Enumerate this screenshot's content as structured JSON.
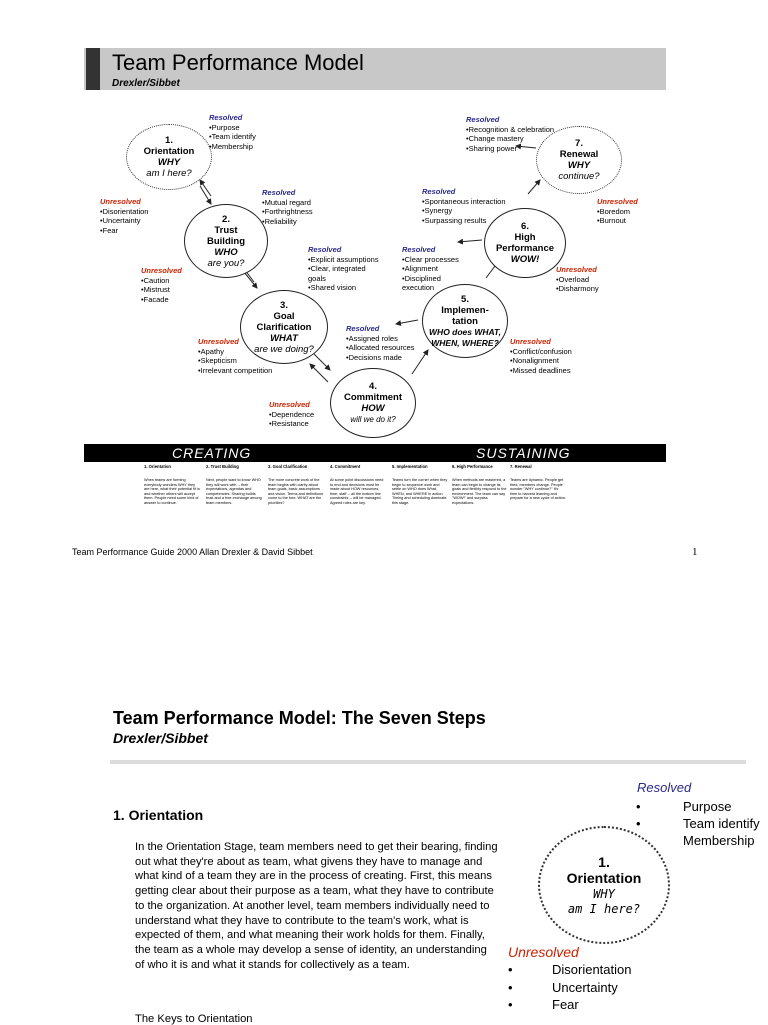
{
  "slide": {
    "title": "Team Performance Model",
    "subtitle": "Drexler/Sibbet",
    "stages": [
      {
        "num": "1.",
        "name": [
          "Orientation"
        ],
        "q1": "WHY",
        "q2": "am I here?"
      },
      {
        "num": "2.",
        "name": [
          "Trust",
          "Building"
        ],
        "q1": "WHO",
        "q2": "are you?"
      },
      {
        "num": "3.",
        "name": [
          "Goal",
          "Clarification"
        ],
        "q1": "WHAT",
        "q2": "are we doing?"
      },
      {
        "num": "4.",
        "name": [
          "Commitment"
        ],
        "q1": "HOW",
        "q2": "will we do it?"
      },
      {
        "num": "5.",
        "name": [
          "Implemen-",
          "tation"
        ],
        "q1": "WHO does WHAT,",
        "q2": "WHEN, WHERE?"
      },
      {
        "num": "6.",
        "name": [
          "High",
          "Performance"
        ],
        "q1": "WOW!",
        "q2": ""
      },
      {
        "num": "7.",
        "name": [
          "Renewal"
        ],
        "q1": "WHY",
        "q2": "continue?"
      }
    ],
    "resolved_label": "Resolved",
    "unresolved_label": "Unresolved",
    "resolved": [
      [
        "•Purpose",
        "•Team identify",
        "•Membership"
      ],
      [
        "•Mutual regard",
        "•Forthrightness",
        "•Reliability"
      ],
      [
        "•Explicit assumptions",
        "•Clear, integrated",
        "  goals",
        "•Shared vision"
      ],
      [
        "•Assigned roles",
        "•Allocated resources",
        "•Decisions made"
      ],
      [
        "•Clear processes",
        "•Alignment",
        "•Disciplined",
        "  execution"
      ],
      [
        "•Spontaneous interaction",
        "•Synergy",
        "•Surpassing results"
      ],
      [
        "•Recognition & celebration",
        "•Change mastery",
        "•Sharing power"
      ]
    ],
    "unresolved": [
      [
        "•Disorientation",
        "•Uncertainty",
        "•Fear"
      ],
      [
        "•Caution",
        "•Mistrust",
        "•Facade"
      ],
      [
        "•Apathy",
        "•Skepticism",
        "•Irrelevant competition"
      ],
      [
        "•Dependence",
        "•Resistance"
      ],
      [
        "•Conflict/confusion",
        "•Nonalignment",
        "•Missed deadlines"
      ],
      [
        "•Overload",
        "•Disharmony"
      ],
      [
        "•Boredom",
        "•Burnout"
      ]
    ],
    "bar_left": "CREATING",
    "bar_right": "SUSTAINING",
    "columns": [
      {
        "head": "1. Orientation",
        "text": "When teams are forming everybody wonders WHY they are here, what their potential fit is and whether others will accept them. People need some kind of answer to continue."
      },
      {
        "head": "2. Trust Building",
        "text": "Next, people want to know WHO they will work with -- their expectations, agendas and competencies. Sharing builds trust and a free exchange among team members."
      },
      {
        "head": "3. Goal Clarification",
        "text": "The more concrete work of the team begins with clarity about team goals, basic assumptions and vision. Terms and definitions come to the fore. WHAT are the priorities?"
      },
      {
        "head": "4. Commitment",
        "text": "At some point discussions need to end and decisions must be made about HOW resources, time, staff -- all the bottom line constraints -- will be managed. Agreed roles are key."
      },
      {
        "head": "5. Implementation",
        "text": "Teams turn the corner when they begin to sequence work and settle on WHO does What, WHEN, and WHERE in action. Timing and scheduling dominate this stage."
      },
      {
        "head": "6. High Performance",
        "text": "When methods are mastered, a team can begin to change its goals and flexibly respond to the environment. The team can say \"WOW!\" and surpass expectations."
      },
      {
        "head": "7. Renewal",
        "text": "Teams are dynamic. People get tired, members change. People wonder \"WHY continue?\" It's time to harvest learning and prepare for a new cycle of action."
      }
    ]
  },
  "footer": {
    "credit": "Team Performance Guide 2000 Allan Drexler & David Sibbet",
    "page_number": "1"
  },
  "page2": {
    "title": "Team Performance Model:  The Seven Steps",
    "subtitle": "Drexler/Sibbet",
    "section_heading": "1. Orientation",
    "body": "In the Orientation Stage, team members need to get their bearing, finding out what they're about as team, what givens they have to manage and what kind of a team they are in the process of creating.  First, this means getting clear about their purpose as a team, what they have to contribute to the organization.  At another level, team members individually need to understand what they have to contribute to the team's work, what is expected of them, and what meaning their work holds for them. Finally, the team as a whole may develop a sense of identity, an understanding of who it is and what it stands for collectively as a team.",
    "keys_heading": "The Keys to Orientation",
    "resolved_label": "Resolved",
    "resolved": [
      "Purpose",
      "Team identify",
      "Membership"
    ],
    "unresolved_label": "Unresolved",
    "unresolved": [
      "Disorientation",
      "Uncertainty",
      "Fear"
    ],
    "bullet": "•",
    "circle": {
      "num": "1.",
      "name": "Orientation",
      "q1": "WHY",
      "q2": "am I here?"
    }
  },
  "colors": {
    "resolved": "#2a2a8c",
    "unresolved": "#cc2200",
    "title_bar": "#c8c8c8",
    "dark_bar": "#000000"
  }
}
